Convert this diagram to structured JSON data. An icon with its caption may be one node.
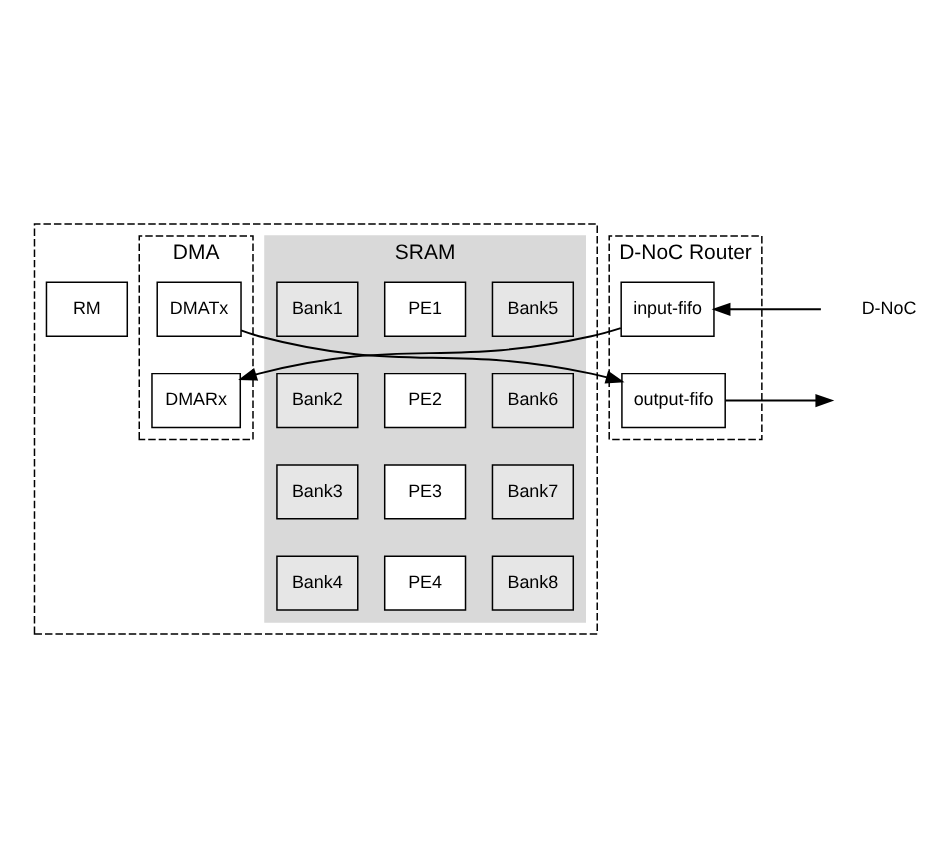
{
  "diagram": {
    "nodes": [
      {
        "text": [],
        "shape": "box"
      },
      {
        "text": [
          "SRAM"
        ],
        "in": 0
      },
      {
        "text": [
          "Bank1"
        ],
        "in": 1
      },
      {
        "text": [
          "Bank2"
        ],
        "in": 1
      },
      {
        "text": [
          "Bank3"
        ],
        "in": 1
      },
      {
        "text": [
          "Bank4"
        ],
        "in": 1
      },
      {
        "text": [
          "PE1"
        ],
        "in": 1
      },
      {
        "text": [
          "PE2"
        ],
        "in": 1
      },
      {
        "text": [
          "PE3"
        ],
        "in": 1
      },
      {
        "text": [
          "PE4"
        ],
        "in": 1
      },
      {
        "text": [
          "Bank5"
        ],
        "in": 1
      },
      {
        "text": [
          "Bank6"
        ],
        "in": 1
      },
      {
        "text": [
          "Bank7"
        ],
        "in": 1
      },
      {
        "text": [
          "Bank8"
        ],
        "in": 1
      },
      {
        "text": [
          "RM"
        ],
        "in": 0
      },
      {
        "text": [
          "DMA"
        ],
        "in": 0
      },
      {
        "text": [
          "DMATx"
        ],
        "in": 15
      },
      {
        "text": [
          "DMARx"
        ],
        "in": 15
      },
      {
        "text": [
          "D-NoC Router"
        ]
      },
      {
        "text": [
          "input-fifo"
        ],
        "in": 18
      },
      {
        "text": [
          "output-fifo"
        ],
        "in": 18
      }
    ],
    "edges": [
      {
        "from": 19,
        "to": 17,
        "arrow": "to"
      },
      {
        "from": 16,
        "to": 20,
        "arrow": "to"
      },
      {
        "from": 20,
        "to": null,
        "arrow": "to"
      },
      {
        "from": null,
        "to": 19,
        "arrow": "to"
      }
    ],
    "labels": [
      "D-NoC"
    ]
  }
}
